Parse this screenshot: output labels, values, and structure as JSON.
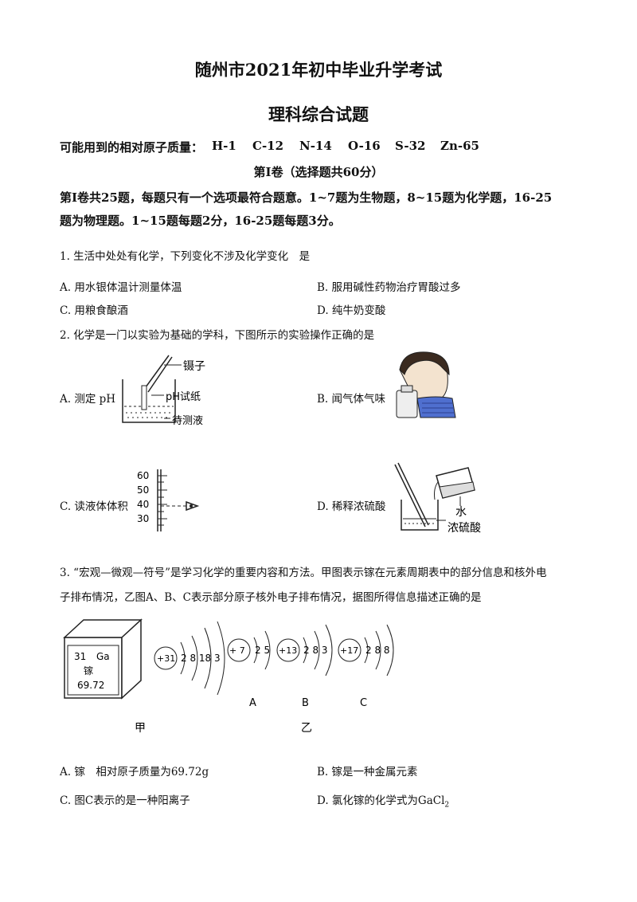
{
  "header": {
    "title": "随州市2021年初中毕业升学考试",
    "subtitle": "理科综合试题"
  },
  "atomic_masses": {
    "label": "可能用到的相对原子质量：",
    "items": [
      "H-1",
      "C-12",
      "N-14",
      "O-16",
      "S-32",
      "Zn-65"
    ]
  },
  "section": {
    "title": "第Ⅰ卷（选择题共60分）",
    "intro_line1": "第Ⅰ卷共25题，每题只有一个选项最符合题意。1~7题为生物题，8~15题为化学题，16-25",
    "intro_line2": "题为物理题。1~15题每题2分，16-25题每题3分。"
  },
  "questions": [
    {
      "stem": "1. 生活中处处有化学，下列变化不涉及化学变化　是",
      "options": [
        "A.  用水银体温计测量体温",
        "B.  服用碱性药物治疗胃酸过多",
        "C.  用粮食酿酒",
        "D.  纯牛奶变酸"
      ]
    },
    {
      "stem": "2. 化学是一门以实验为基础的学科，下图所示的实验操作正确的是",
      "options": [
        "A.  测定 pH",
        "B.  闻气体气味",
        "C.  读液体体积",
        "D.  稀释浓硫酸"
      ],
      "figure_labels": {
        "tweezers": "镊子",
        "ph_paper": "pH试纸",
        "test_liquid": "待测液",
        "water": "水",
        "conc_acid": "浓硫酸",
        "cylinder_ticks": [
          "60",
          "50",
          "40",
          "30"
        ]
      }
    },
    {
      "stem_line1": "3. “宏观—微观—符号”是学习化学的重要内容和方法。甲图表示镓在元素周期表中的部分信息和核外电",
      "stem_line2": "子排布情况，乙图A、B、C表示部分原子核外电子排布情况，据图所得信息描述正确的是",
      "element_card": {
        "number": "31",
        "symbol": "Ga",
        "name": "镓",
        "mass": "69.72"
      },
      "ga_atom": {
        "nucleus": "+31",
        "shells": "2 8 18 3"
      },
      "atoms": [
        {
          "nucleus": "+ 7",
          "shells": "2 5",
          "label": "A"
        },
        {
          "nucleus": "+13",
          "shells": "2 8 3",
          "label": "B"
        },
        {
          "nucleus": "+17",
          "shells": "2 8 8",
          "label": "C"
        }
      ],
      "figure_captions": {
        "jia": "甲",
        "yi": "乙"
      },
      "options": [
        "A.  镓　相对原子质量为69.72g",
        "B.  镓是一种金属元素",
        "C.  图C表示的是一种阳离子",
        "D.  氯化镓的化学式为GaCl"
      ],
      "option_d_subscript": "2"
    }
  ]
}
